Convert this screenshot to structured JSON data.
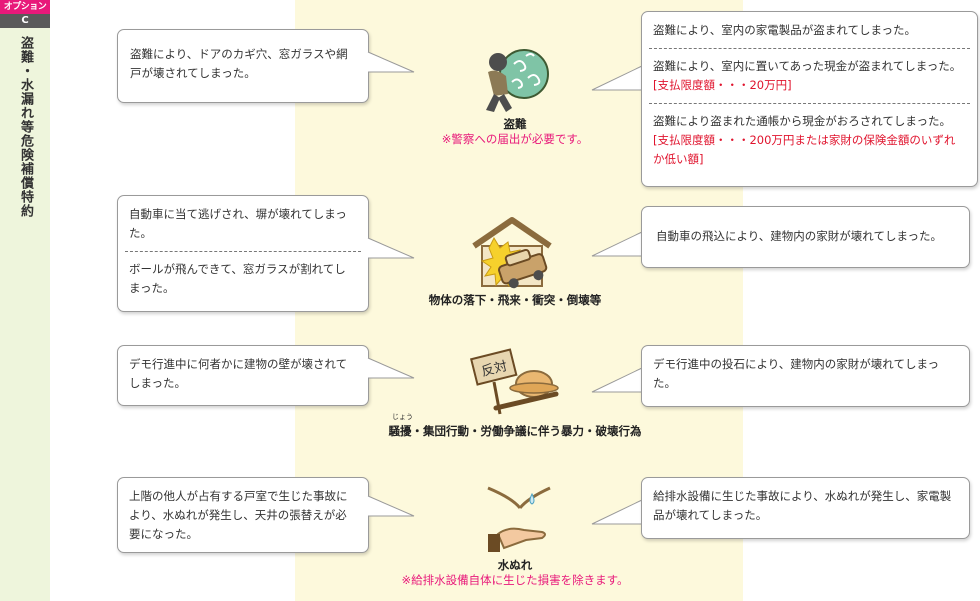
{
  "sidebar": {
    "option_label": "オプション",
    "option_letter": "C",
    "title": "盗難・水漏れ等危険補償特約"
  },
  "sections": {
    "theft": {
      "left_bubble": "盗難により、ドアのカギ穴、窓ガラスや網戸が壊されてしまった。",
      "caption": "盗難",
      "note": "※警察への届出が必要です。",
      "right_1": "盗難により、室内の家電製品が盗まれてしまった。",
      "right_2": "盗難により、室内に置いてあった現金が盗まれてしまった。",
      "right_2_limit": "[支払限度額・・・20万円]",
      "right_3": "盗難により盗まれた通帳から現金がおろされてしまった。",
      "right_3_limit": "[支払限度額・・・200万円または家財の保険金額のいずれか低い額]"
    },
    "falling": {
      "left_1": "自動車に当て逃げされ、塀が壊れてしまった。",
      "left_2": "ボールが飛んできて、窓ガラスが割れてしまった。",
      "caption": "物体の落下・飛来・衝突・倒壊等",
      "right": "自動車の飛込により、建物内の家財が壊れてしまった。"
    },
    "riot": {
      "left": "デモ行進中に何者かに建物の壁が壊されてしまった。",
      "sign_text": "反対",
      "ruby": "じょう",
      "caption": "騒擾・集団行動・労働争議に伴う暴力・破壊行為",
      "right": "デモ行進中の投石により、建物内の家財が壊れてしまった。"
    },
    "water": {
      "left": "上階の他人が占有する戸室で生じた事故により、水ぬれが発生し、天井の張替えが必要になった。",
      "caption": "水ぬれ",
      "note": "※給排水設備自体に生じた損害を除きます。",
      "right": "給排水設備に生じた事故により、水ぬれが発生し、家電製品が壊れてしまった。"
    }
  },
  "colors": {
    "pink": "#e8197a",
    "red": "#e0142e",
    "sidebar_bg": "#eef5dc",
    "band_bg": "#fdf9dc",
    "illustration_brown": "#8b6b3d"
  },
  "icons": [
    "thief-with-sack-icon",
    "car-crash-house-icon",
    "protest-sign-helmet-icon",
    "water-drip-hand-icon"
  ]
}
